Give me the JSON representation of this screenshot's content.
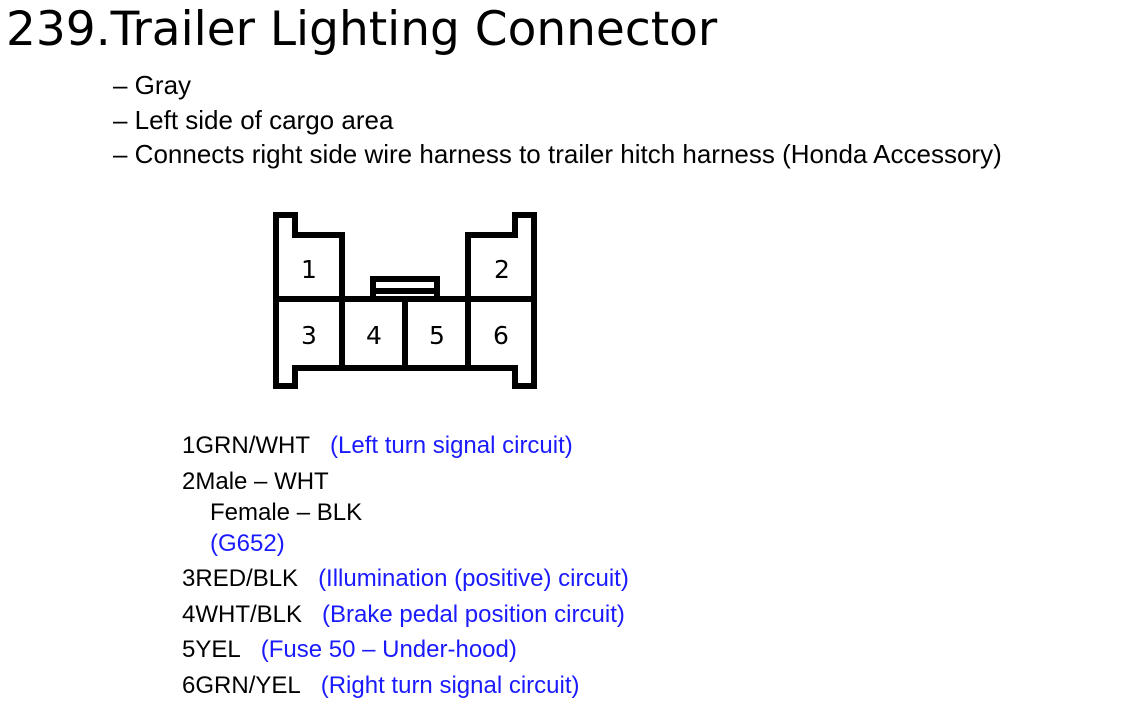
{
  "title": "239.Trailer Lighting Connector",
  "bullets": [
    "– Gray",
    "– Left side of cargo area",
    "– Connects right side wire harness to trailer hitch harness (Honda Accessory)"
  ],
  "connector": {
    "pins": [
      "1",
      "2",
      "3",
      "4",
      "5",
      "6"
    ]
  },
  "pin_list": [
    {
      "num": "1",
      "wire": "GRN/WHT",
      "desc": "(Left turn signal circuit)"
    },
    {
      "num": "2",
      "wire": "Male – WHT",
      "extra": "Female – BLK",
      "desc": "(G652)"
    },
    {
      "num": "3",
      "wire": "RED/BLK",
      "desc": "(Illumination (positive) circuit)"
    },
    {
      "num": "4",
      "wire": "WHT/BLK",
      "desc": "(Brake pedal position circuit)"
    },
    {
      "num": "5",
      "wire": "YEL",
      "desc": "(Fuse 50 – Under-hood)"
    },
    {
      "num": "6",
      "wire": "GRN/YEL",
      "desc": "(Right turn signal circuit)"
    }
  ],
  "colors": {
    "text": "#000000",
    "description": "#1a1aff",
    "background": "#ffffff"
  }
}
